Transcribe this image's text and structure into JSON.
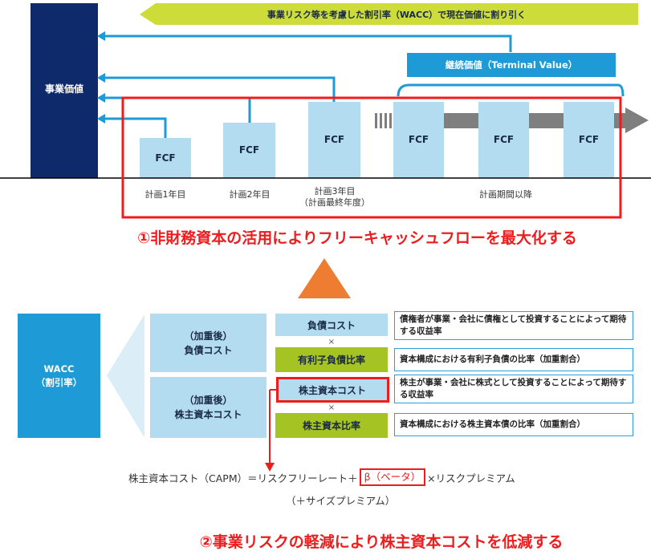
{
  "top": {
    "banner": "事業リスク等を考慮した割引率（WACC）で現在価値に割り引く",
    "enterprise_value": "事業価値",
    "terminal_value": "継続価値（Terminal Value）",
    "fcf_label": "FCF",
    "periods": {
      "year1": "計画1年目",
      "year2": "計画2年目",
      "year3_line1": "計画3年目",
      "year3_line2": "（計画最終年度）",
      "after": "計画期間以降"
    },
    "heading1": "①非財務資本の活用によりフリーキャッシュフローを最大化する"
  },
  "wacc": {
    "title_line1": "WACC",
    "title_line2": "（割引率）",
    "debt_weighted_line1": "（加重後）",
    "debt_weighted_line2": "負債コスト",
    "equity_weighted_line1": "（加重後）",
    "equity_weighted_line2": "株主資本コスト",
    "debt_cost": "負債コスト",
    "times": "×",
    "debt_ratio": "有利子負債比率",
    "equity_cost": "株主資本コスト",
    "equity_ratio": "株主資本比率",
    "desc_debt_cost": "債権者が事業・会社に債権として投資することによって期待する収益率",
    "desc_debt_ratio": "資本構成における有利子負債の比率（加重割合）",
    "desc_equity_cost": "株主が事業・会社に株式として投資することによって期待する収益率",
    "desc_equity_ratio": "資本構成における株主資本債の比率（加重割合）"
  },
  "formula": {
    "left": "株主資本コスト（CAPM）＝リスクフリーレート＋",
    "beta": "β（ベータ）",
    "right": "×リスクプレミアム",
    "line2": "（＋サイズプレミアム）"
  },
  "heading2": "②事業リスクの軽減により株主資本コストを低減する",
  "colors": {
    "navy": "#0e2a6b",
    "blue": "#1e9ad6",
    "light_blue": "#b3dcf0",
    "green": "#a6c324",
    "lime_banner": "#cddc39",
    "red": "#ee1c1c",
    "orange": "#ee7d31",
    "gray_arrow": "#7f7f7f"
  }
}
